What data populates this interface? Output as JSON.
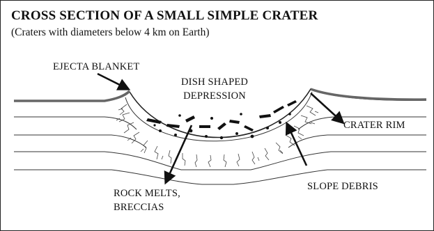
{
  "title": "CROSS SECTION OF A SMALL SIMPLE CRATER",
  "subtitle": "(Craters with diameters below 4 km on Earth)",
  "labels": {
    "ejecta_blanket": "EJECTA BLANKET",
    "dish_line1": "DISH SHAPED",
    "dish_line2": "DEPRESSION",
    "crater_rim": "CRATER RIM",
    "rock_melts_line1": "ROCK MELTS,",
    "rock_melts_line2": "BRECCIAS",
    "slope_debris": "SLOPE DEBRIS"
  },
  "colors": {
    "line": "#222222",
    "ejecta": "#666666",
    "background": "#ffffff"
  }
}
